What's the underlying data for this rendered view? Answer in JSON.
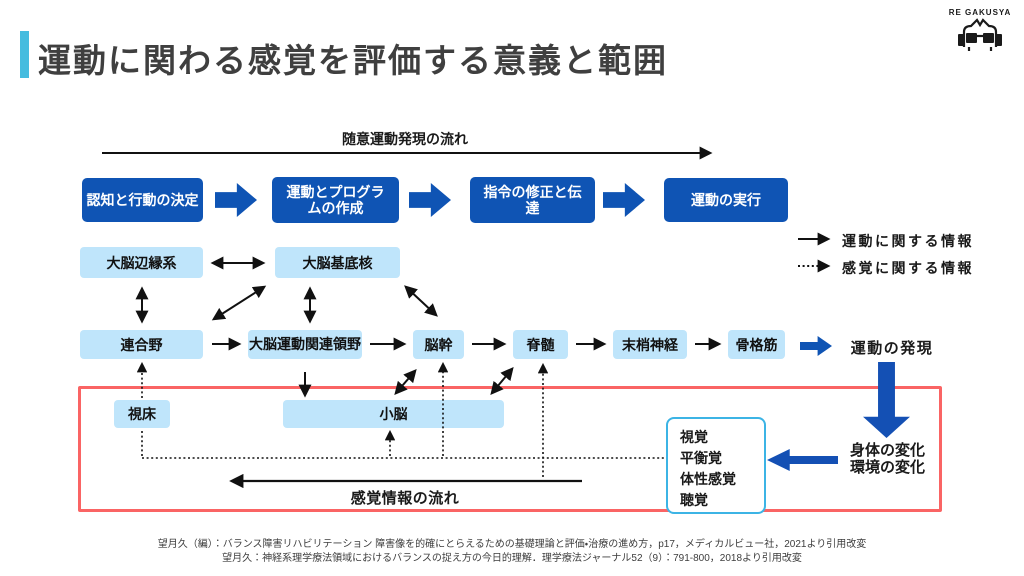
{
  "colors": {
    "accent_cyan": "#45BCDF",
    "primary_blue": "#0F54B4",
    "light_blue": "#BFE5FB",
    "red_border": "#FA6464",
    "sensory_box_border": "#3CB4E5",
    "title_gray": "#3F3F3F"
  },
  "header": {
    "title": "運動に関わる感覚を評価する意義と範囲",
    "logo_text": "RE GAKUSYA"
  },
  "top_flow": {
    "label": "随意運動発現の流れ",
    "steps": [
      "認知と行動の決定",
      "運動とプログラムの作成",
      "指令の修正と伝達",
      "運動の実行"
    ]
  },
  "legend": {
    "motor_info": "運動に関する情報",
    "sensory_info": "感覚に関する情報"
  },
  "nodes": {
    "limbic": "大脳辺縁系",
    "basal_ganglia": "大脳基底核",
    "association": "連合野",
    "motor_related": "大脳運動関連領野",
    "brainstem": "脳幹",
    "spinal_cord": "脊髄",
    "peripheral_nerve": "末梢神経",
    "skeletal_muscle": "骨格筋",
    "thalamus": "視床",
    "cerebellum": "小脳"
  },
  "outputs": {
    "motor_emergence": "運動の発現",
    "body_change": "身体の変化",
    "env_change": "環境の変化",
    "sensory_flow_label": "感覚情報の流れ"
  },
  "senses": [
    "視覚",
    "平衡覚",
    "体性感覚",
    "聴覚"
  ],
  "citations": [
    "望月久（編）：バランス障害リハビリテーション 障害像を的確にとらえるための基礎理論と評価・治療の進め方，p17，メディカルビュー社，2021より引用改変",
    "望月久：神経系理学療法領域におけるバランスの捉え方の今日的理解．理学療法ジャーナル52（9）：791-800，2018より引用改変"
  ]
}
